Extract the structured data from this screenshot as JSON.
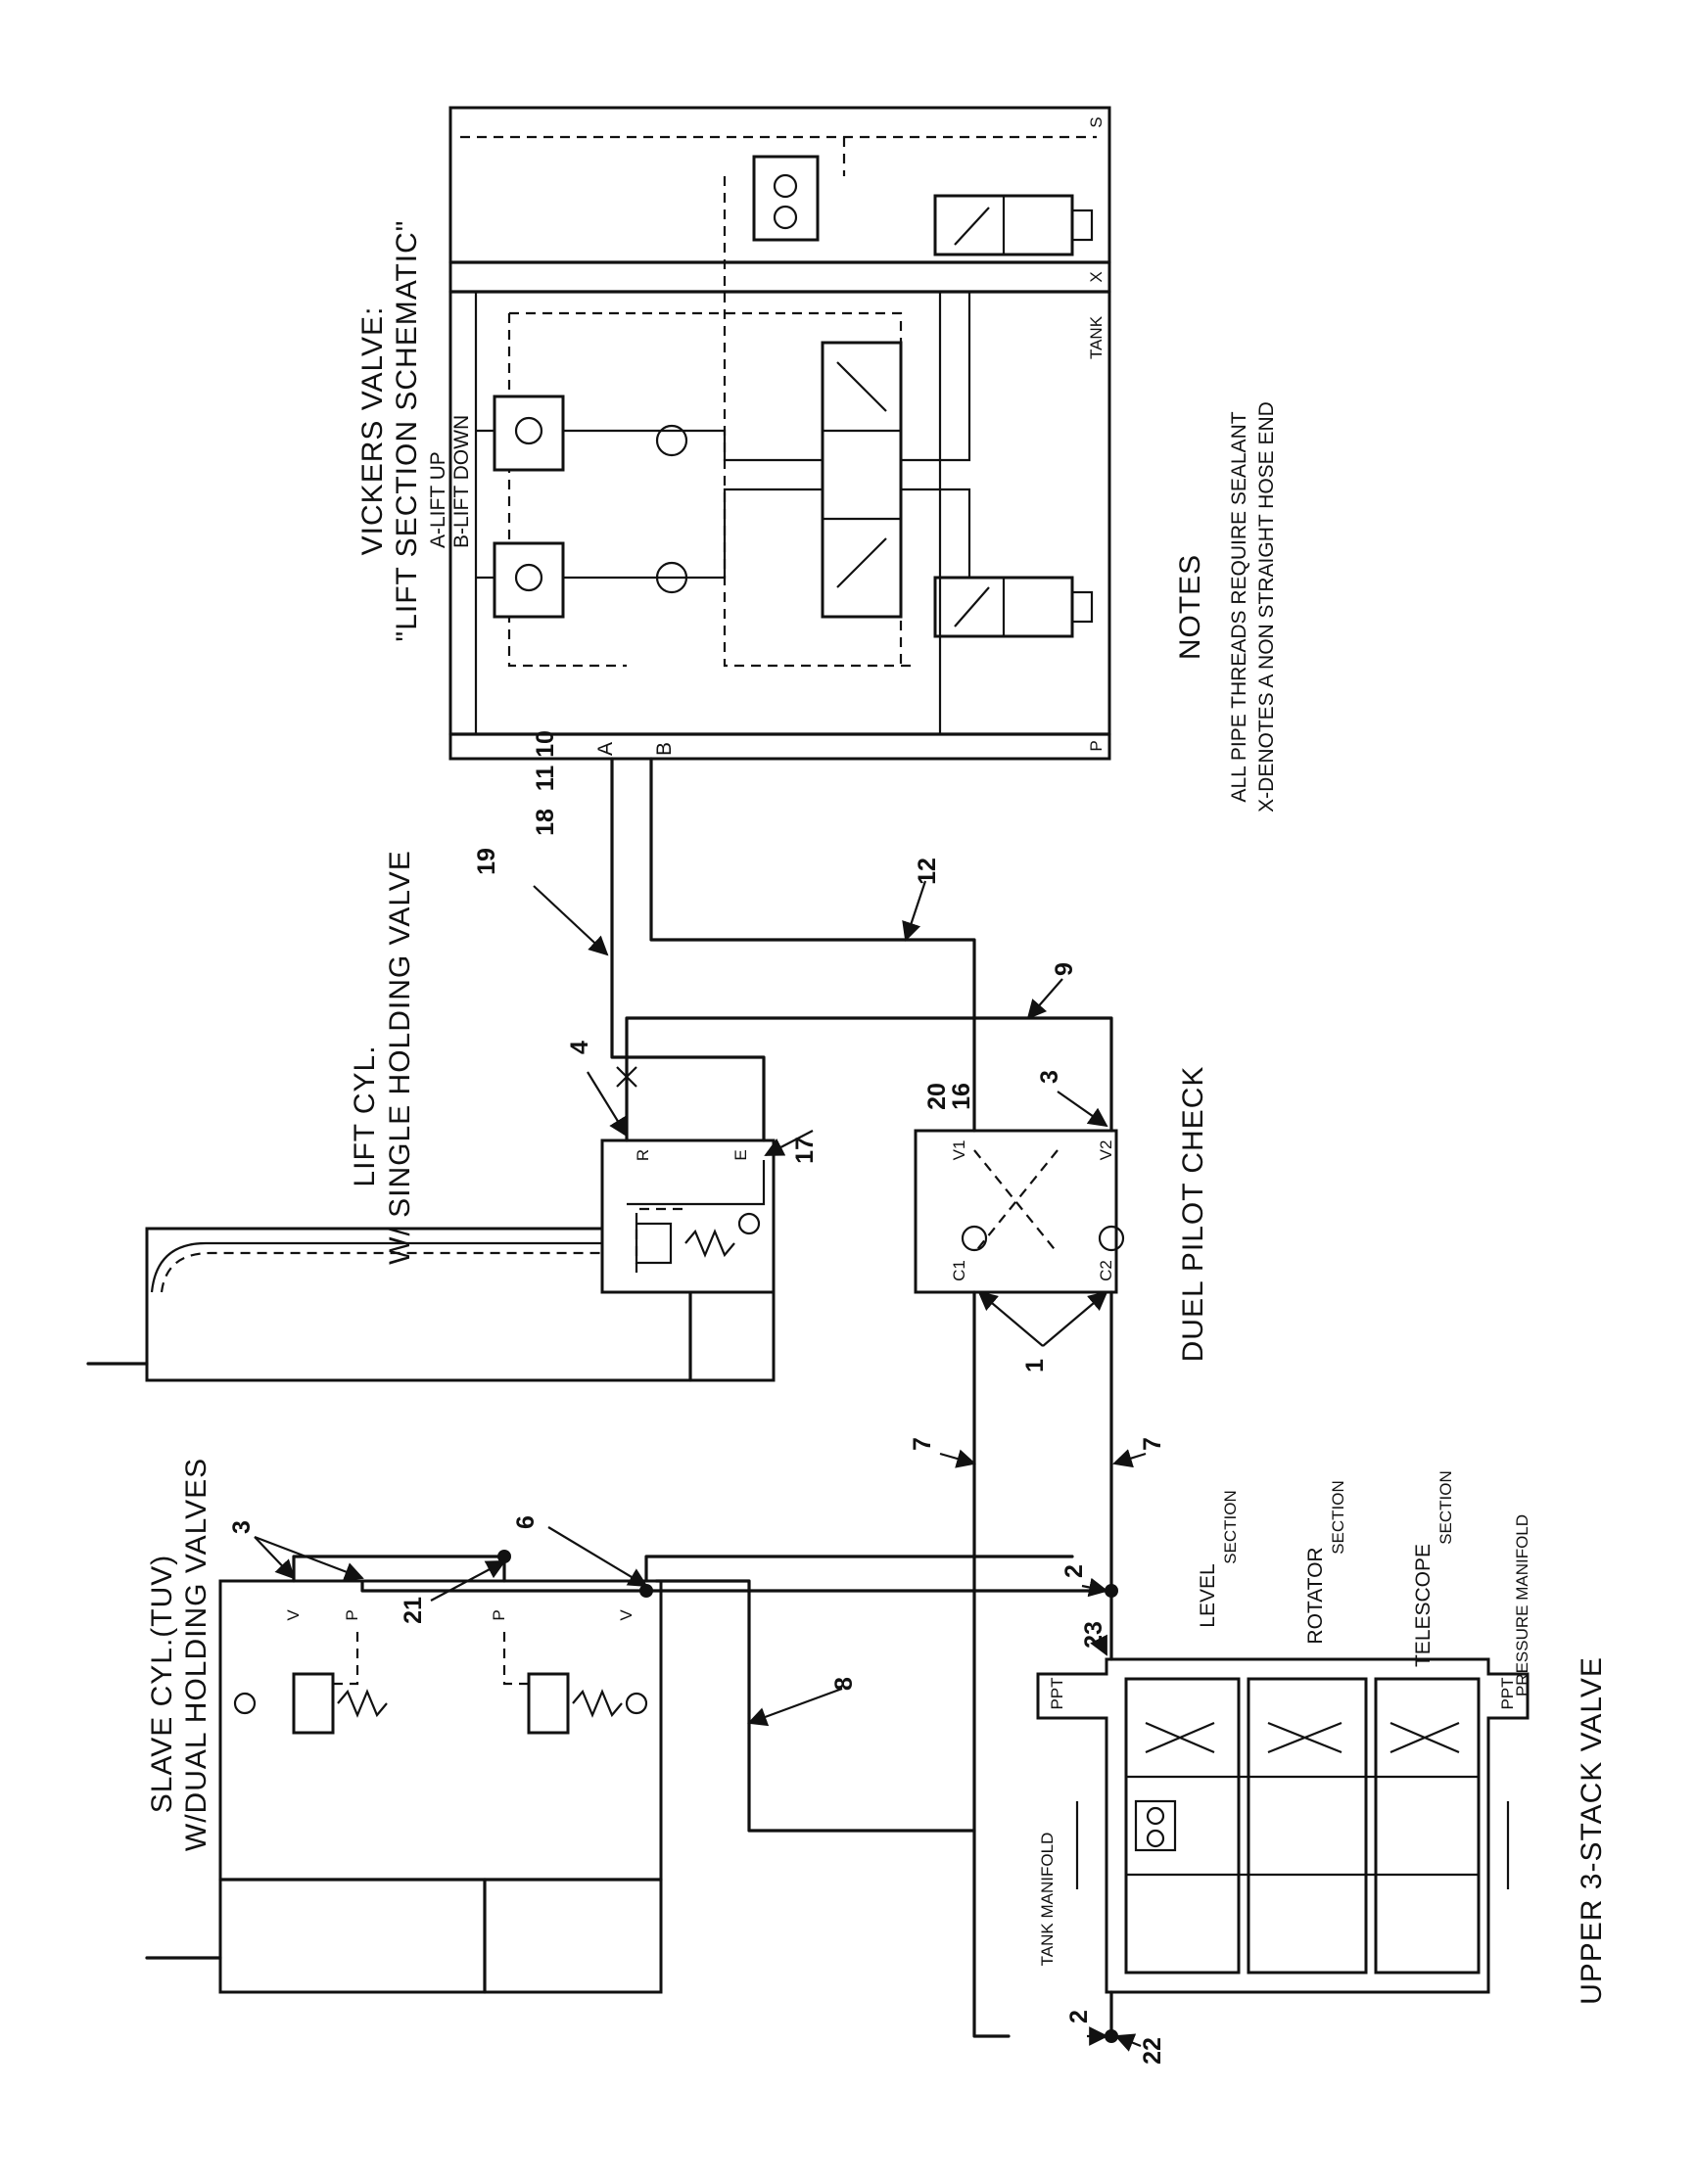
{
  "vickers_valve": {
    "title": "VICKERS VALVE:",
    "subtitle": "\"LIFT SECTION SCHEMATIC\"",
    "line_a": "A-LIFT UP",
    "line_b": "B-LIFT DOWN",
    "port_a": "A",
    "port_b": "B",
    "port_p": "P",
    "port_tank": "TANK",
    "port_x": "X",
    "port_s": "S"
  },
  "lift_cylinder": {
    "title": "LIFT CYL.",
    "subtitle": "W/ SINGLE HOLDING VALVE",
    "port_r": "R",
    "port_e": "E"
  },
  "pilot_check": {
    "title": "DUEL PILOT CHECK",
    "port_v1": "V1",
    "port_v2": "V2",
    "port_c1": "C1",
    "port_c2": "C2"
  },
  "slave_cylinder": {
    "title": "SLAVE CYL.(TUV)",
    "subtitle": "W/DUAL HOLDING VALVES",
    "port_v": "V",
    "port_p": "P"
  },
  "stack_valve": {
    "title": "UPPER 3-STACK VALVE",
    "level": "LEVEL",
    "rotator": "ROTATOR",
    "telescope": "TELESCOPE",
    "section": "SECTION",
    "tank_manifold": "TANK MANIFOLD",
    "pressure_manifold": "PRESSURE MANIFOLD",
    "ppt": "PPT"
  },
  "notes": {
    "title": "NOTES",
    "line1": "ALL PIPE THREADS REQUIRE SEALANT",
    "line2": "X-DENOTES A NON STRAIGHT HOSE END"
  },
  "callouts": {
    "n1": "1",
    "n2a": "2",
    "n2b": "2",
    "n3a": "3",
    "n3b": "3",
    "n4": "4",
    "n6": "6",
    "n7a": "7",
    "n7b": "7",
    "n8": "8",
    "n9": "9",
    "n10": "10",
    "n11": "11",
    "n12": "12",
    "n16": "16",
    "n17": "17",
    "n18": "18",
    "n19": "19",
    "n20": "20",
    "n21": "21",
    "n22": "22",
    "n23": "23"
  },
  "colors": {
    "ink": "#111111",
    "paper": "#ffffff"
  }
}
